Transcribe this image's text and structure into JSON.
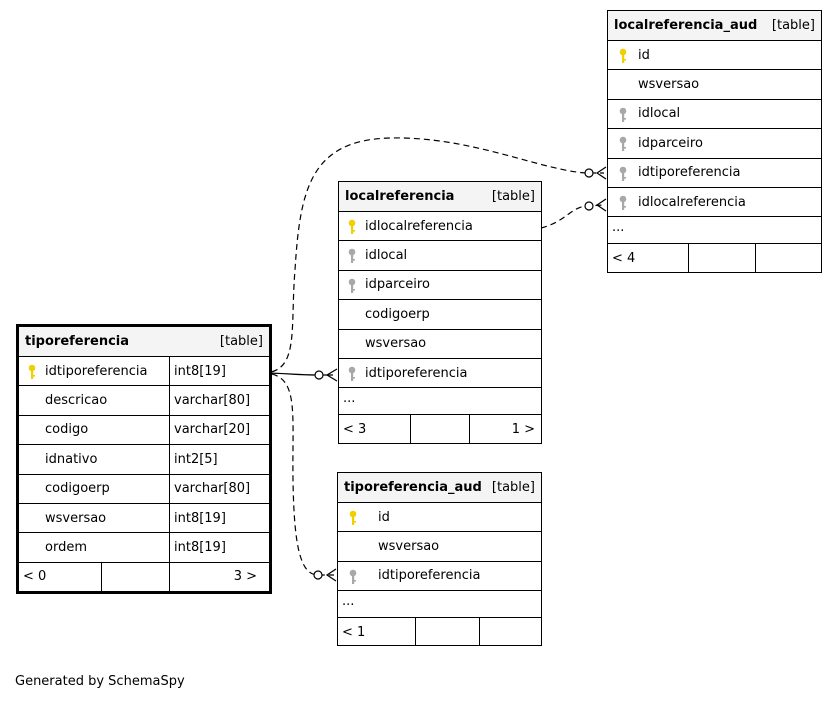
{
  "footer": {
    "credit": "Generated by SchemaSpy"
  },
  "colors": {
    "primary_key": "#f0d000",
    "foreign_key": "#a8a8a8",
    "header_bg": "#f4f4f4"
  },
  "tables": {
    "tiporeferencia": {
      "name": "tiporeferencia",
      "tag": "[table]",
      "columns": [
        {
          "name": "idtiporeferencia",
          "type": "int8[19]",
          "key": "primary"
        },
        {
          "name": "descricao",
          "type": "varchar[80]"
        },
        {
          "name": "codigo",
          "type": "varchar[20]"
        },
        {
          "name": "idnativo",
          "type": "int2[5]"
        },
        {
          "name": "codigoerp",
          "type": "varchar[80]"
        },
        {
          "name": "wsversao",
          "type": "int8[19]"
        },
        {
          "name": "ordem",
          "type": "int8[19]"
        }
      ],
      "footer_left": "< 0",
      "footer_right": "3 >"
    },
    "localreferencia": {
      "name": "localreferencia",
      "tag": "[table]",
      "columns": [
        {
          "name": "idlocalreferencia",
          "key": "primary"
        },
        {
          "name": "idlocal",
          "key": "foreign"
        },
        {
          "name": "idparceiro",
          "key": "foreign"
        },
        {
          "name": "codigoerp"
        },
        {
          "name": "wsversao"
        },
        {
          "name": "idtiporeferencia",
          "key": "foreign"
        }
      ],
      "ellipsis": "...",
      "footer_left": "< 3",
      "footer_right": "1 >"
    },
    "localreferencia_aud": {
      "name": "localreferencia_aud",
      "tag": "[table]",
      "columns": [
        {
          "name": "id",
          "key": "primary"
        },
        {
          "name": "wsversao"
        },
        {
          "name": "idlocal",
          "key": "foreign"
        },
        {
          "name": "idparceiro",
          "key": "foreign"
        },
        {
          "name": "idtiporeferencia",
          "key": "foreign"
        },
        {
          "name": "idlocalreferencia",
          "key": "foreign"
        }
      ],
      "ellipsis": "...",
      "footer_left": "< 4",
      "footer_right": ""
    },
    "tiporeferencia_aud": {
      "name": "tiporeferencia_aud",
      "tag": "[table]",
      "columns": [
        {
          "name": "id",
          "key": "primary"
        },
        {
          "name": "wsversao"
        },
        {
          "name": "idtiporeferencia",
          "key": "foreign"
        }
      ],
      "ellipsis": "...",
      "footer_left": "< 1",
      "footer_right": ""
    }
  }
}
